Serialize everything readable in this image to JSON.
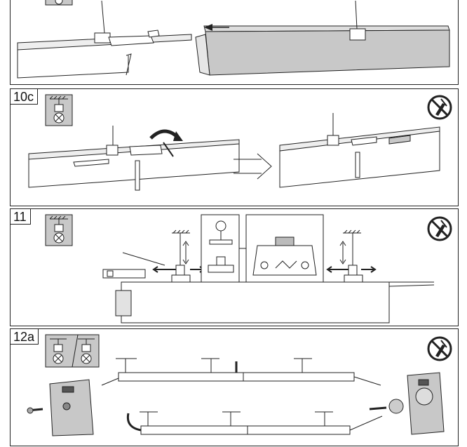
{
  "steps": [
    {
      "id": "10b",
      "label": ""
    },
    {
      "id": "10c",
      "label": "10c"
    },
    {
      "id": "11",
      "label": "11"
    },
    {
      "id": "12a",
      "label": "12a"
    }
  ],
  "icons": {
    "suspended_lamp": "suspended-lamp-icon",
    "no_tool": "no-tool-required-icon",
    "arrow": "direction-arrow-icon"
  },
  "colors": {
    "line": "#222222",
    "grey_panel": "#c8c8c8",
    "grey_light": "#e2e2e2",
    "grey_dark": "#9a9a9a"
  }
}
